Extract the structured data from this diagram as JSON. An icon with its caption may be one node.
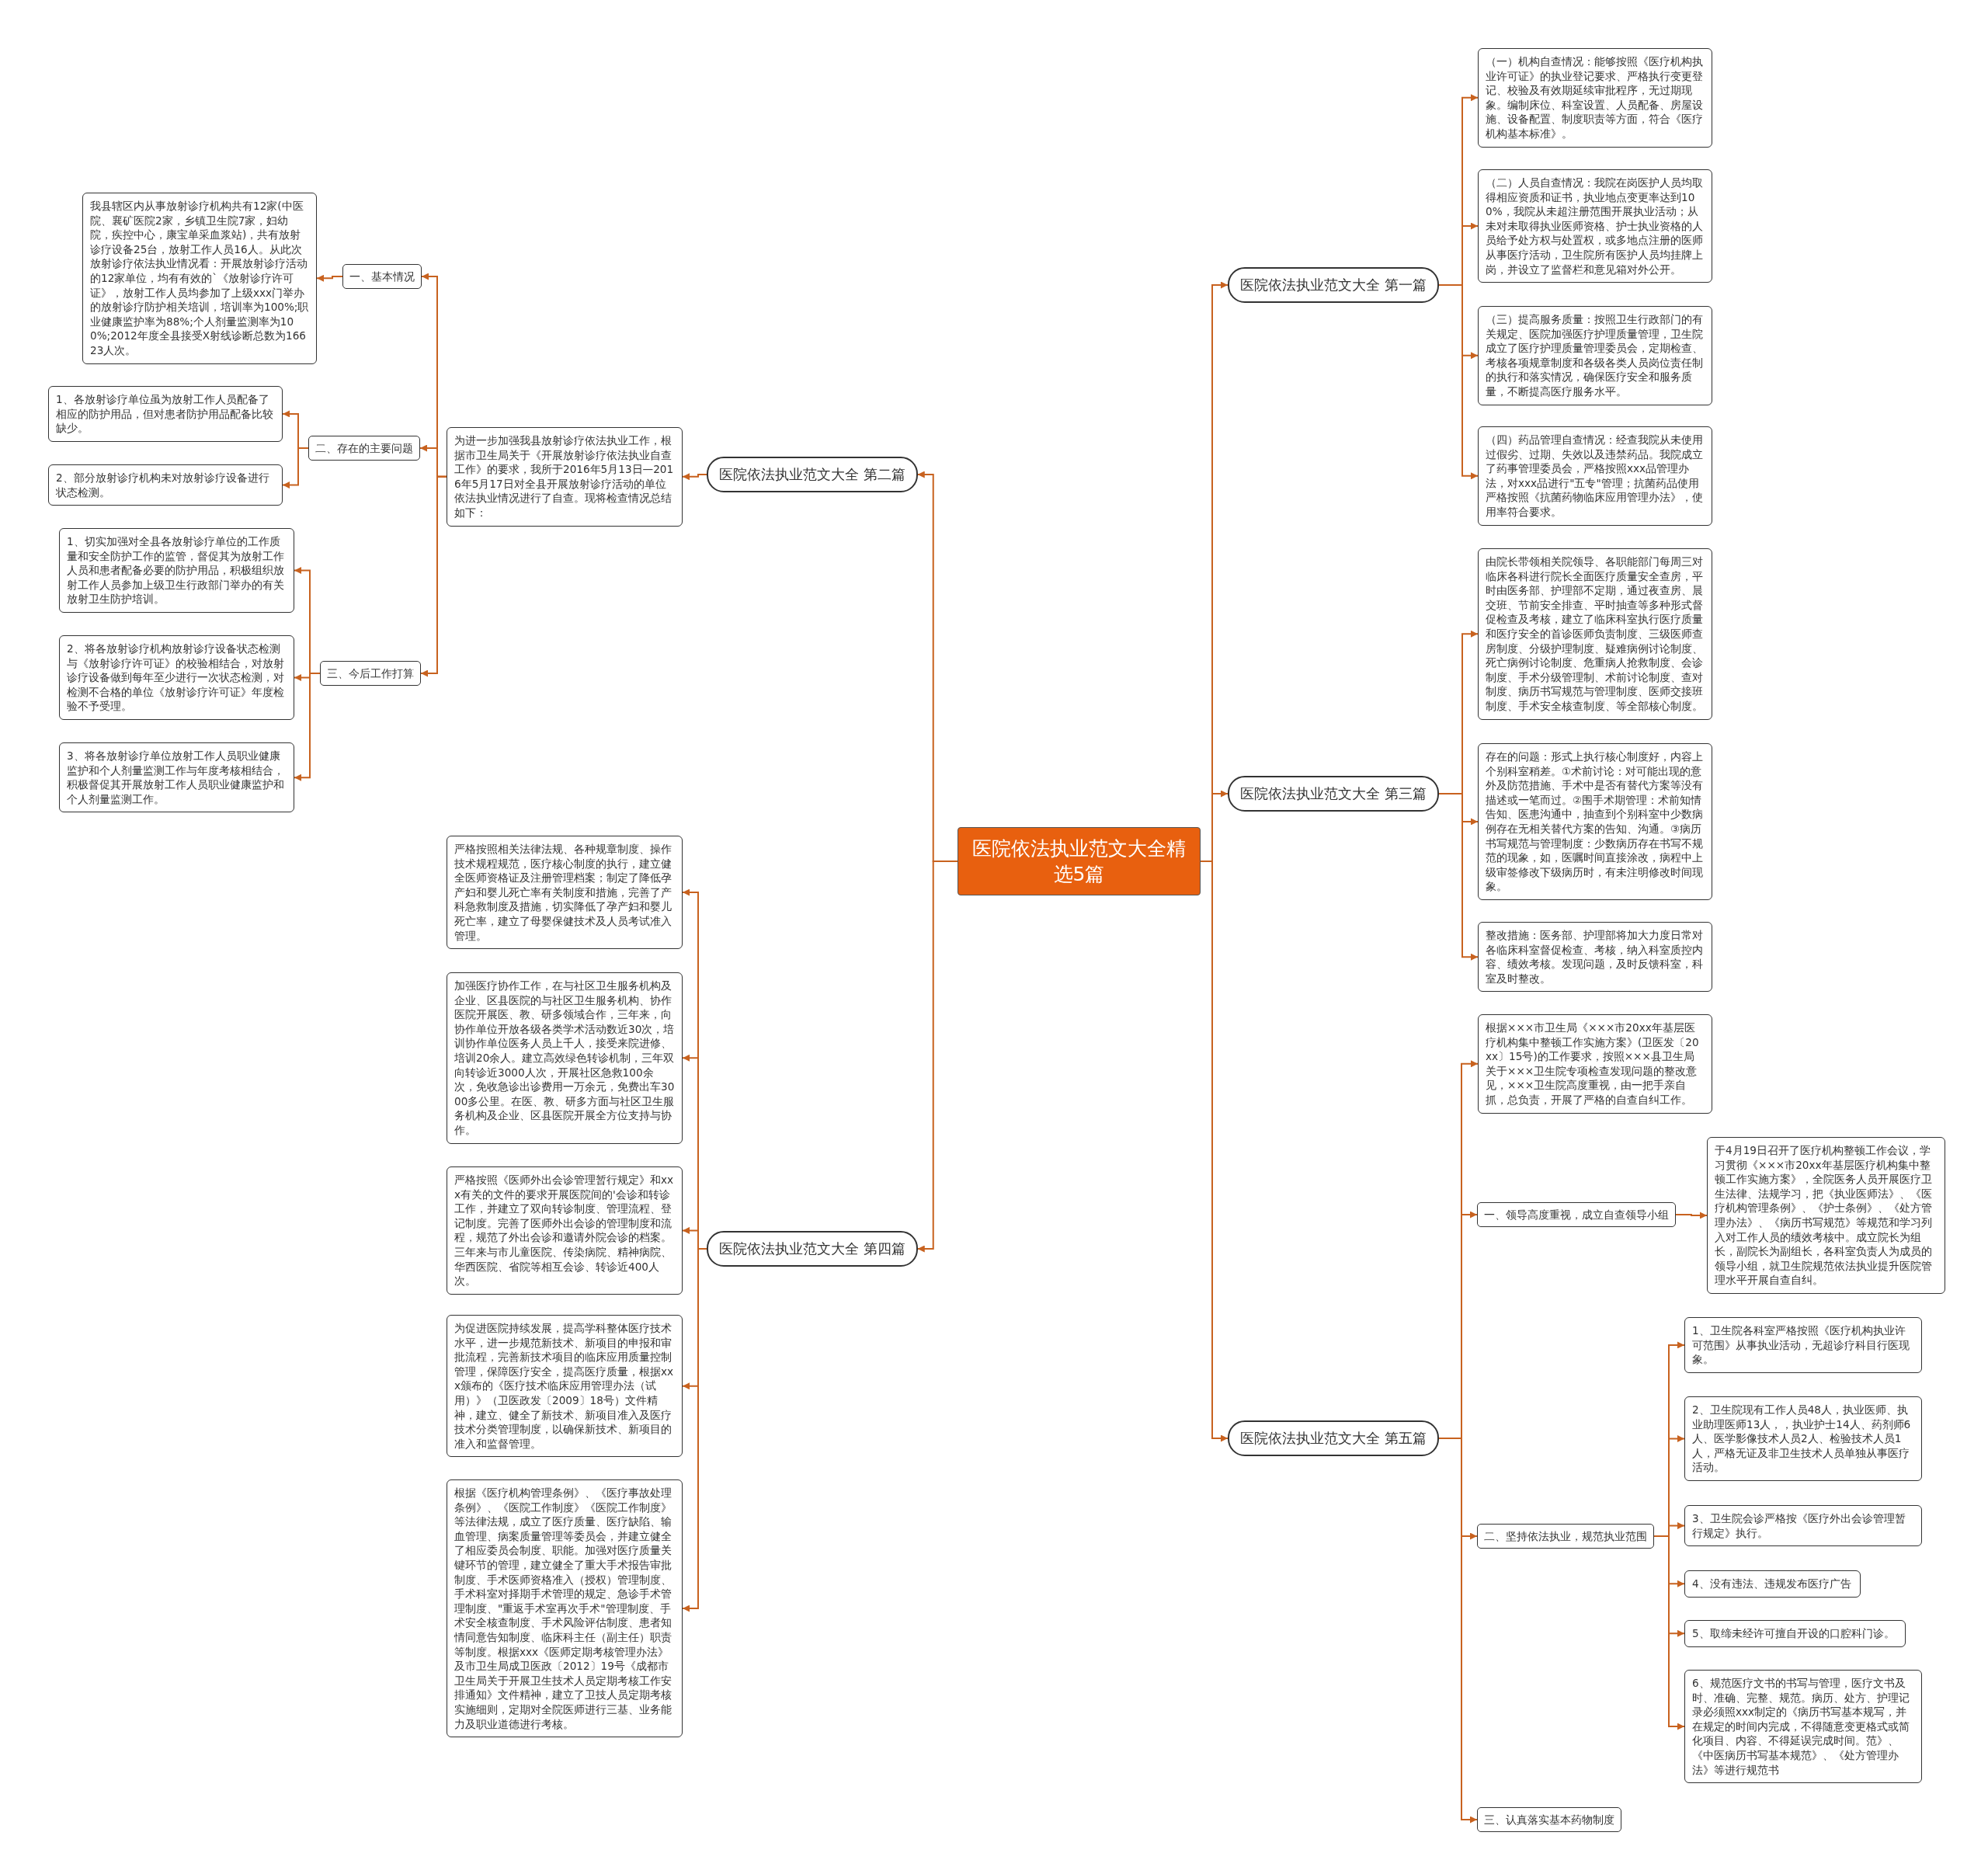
{
  "diagram": {
    "nodes": [
      {
        "text": [
          "医院依法执业范文大全精选5篇"
        ]
      },
      {
        "text": [
          "医院依法执业范文大全 第一篇"
        ]
      },
      {
        "text": [
          "（一）机构自查情况：能够按照《医疗机构执业许可证》的执业登记要求、严格执行变更登记、校验及有效期延续审批程序，无过期现象。编制床位、科室设置、人员配备、房屋设施、设备配置、制度职责等方面，符合《医疗机构基本标准》。"
        ]
      },
      {
        "text": [
          "（二）人员自查情况：我院在岗医护人员均取得相应资质和证书，执业地点变更率达到100%，我院从未超注册范围开展执业活动；从未对未取得执业医师资格、护士执业资格的人员给予处方权与处置权，或多地点注册的医师从事医疗活动，卫生院所有医护人员均挂牌上岗，并设立了监督栏和意见箱对外公开。"
        ]
      },
      {
        "text": [
          "（三）提高服务质量：按照卫生行政部门的有关规定、医院加强医疗护理质量管理，卫生院成立了医疗护理质量管理委员会，定期检查、考核各项规章制度和各级各类人员岗位责任制的执行和落实情况，确保医疗安全和服务质量，不断提高医疗服务水平。"
        ]
      },
      {
        "text": [
          "（四）药品管理自查情况：经查我院从未使用过假劣、过期、失效以及违禁药品。我院成立了药事管理委员会，严格按照xxx品管理办法，对xxx品进行\"五专\"管理；抗菌药品使用严格按照《抗菌药物临床应用管理办法》，使用率符合要求。"
        ]
      },
      {
        "text": [
          "医院依法执业范文大全 第二篇"
        ]
      },
      {
        "text": [
          "为进一步加强我县放射诊疗依法执业工作，根据市卫生局关于《开展放射诊疗依法执业自查工作》的要求，我所于2016年5月13日—2016年5月17日对全县开展放射诊疗活动的单位依法执业情况进行了自查。现将检查情况总结如下："
        ]
      },
      {
        "text": [
          "一、基本情况"
        ]
      },
      {
        "text": [
          "我县辖区内从事放射诊疗机构共有12家(中医院、襄矿医院2家，乡镇卫生院7家，妇幼院，疾控中心，康宝单采血浆站)，共有放射诊疗设备25台，放射工作人员16人。从此次放射诊疗依法执业情况看：开展放射诊疗活动的12家单位，均有有效的`《放射诊疗许可证》，放射工作人员均参加了上级xxx门举办的放射诊疗防护相关培训，培训率为100%;职业健康监护率为88%;个人剂量监测率为100%;2012年度全县接受X射线诊断总数为16623人次。"
        ]
      },
      {
        "text": [
          "二、存在的主要问题"
        ]
      },
      {
        "text": [
          "1、各放射诊疗单位虽为放射工作人员配备了相应的防护用品，但对患者防护用品配备比较缺少。"
        ]
      },
      {
        "text": [
          "2、部分放射诊疗机构未对放射诊疗设备进行状态检测。"
        ]
      },
      {
        "text": [
          "三、今后工作打算"
        ]
      },
      {
        "text": [
          "1、切实加强对全县各放射诊疗单位的工作质量和安全防护工作的监管，督促其为放射工作人员和患者配备必要的防护用品，积极组织放射工作人员参加上级卫生行政部门举办的有关放射卫生防护培训。"
        ]
      },
      {
        "text": [
          "2、将各放射诊疗机构放射诊疗设备状态检测与《放射诊疗许可证》的校验相结合，对放射诊疗设备做到每年至少进行一次状态检测，对检测不合格的单位《放射诊疗许可证》年度检验不予受理。"
        ]
      },
      {
        "text": [
          "3、将各放射诊疗单位放射工作人员职业健康监护和个人剂量监测工作与年度考核相结合，积极督促其开展放射工作人员职业健康监护和个人剂量监测工作。"
        ]
      },
      {
        "text": [
          "医院依法执业范文大全 第三篇"
        ]
      },
      {
        "text": [
          "由院长带领相关院领导、各职能部门每周三对临床各科进行院长全面医疗质量安全查房，平时由医务部、护理部不定期，通过夜查房、晨交班、节前安全排查、平时抽查等多种形式督促检查及考核，建立了临床科室执行医疗质量和医疗安全的首诊医师负责制度、三级医师查房制度、分级护理制度、疑难病例讨论制度、死亡病例讨论制度、危重病人抢救制度、会诊制度、手术分级管理制、术前讨论制度、查对制度、病历书写规范与管理制度、医师交接班制度、手术安全核查制度、等全部核心制度。"
        ]
      },
      {
        "text": [
          "存在的问题：形式上执行核心制度好，内容上个别科室稍差。①术前讨论：对可能出现的意外及防范措施、手术中是否有替代方案等没有描述或一笔而过。②围手术期管理：术前知情告知、医患沟通中，抽查到个别科室中少数病例存在无相关替代方案的告知、沟通。③病历书写规范与管理制度：少数病历存在书写不规范的现象，如，医嘱时间直接涂改，病程中上级审签修改下级病历时，有未注明修改时间现象。"
        ]
      },
      {
        "text": [
          "整改措施：医务部、护理部将加大力度日常对各临床科室督促检查、考核，纳入科室质控内容、绩效考核。发现问题，及时反馈科室，科室及时整改。"
        ]
      },
      {
        "text": [
          "医院依法执业范文大全 第四篇"
        ]
      },
      {
        "text": [
          "严格按照相关法律法规、各种规章制度、操作技术规程规范，医疗核心制度的执行，建立健全医师资格证及注册管理档案；制定了降低孕产妇和婴儿死亡率有关制度和措施，完善了产科急救制度及措施，切实降低了孕产妇和婴儿死亡率，建立了母婴保健技术及人员考试准入管理。"
        ]
      },
      {
        "text": [
          "加强医疗协作工作，在与社区卫生服务机构及企业、区县医院的与社区卫生服务机构、协作医院开展医、教、研多领域合作，三年来，向协作单位开放各级各类学术活动数近30次，培训协作单位医务人员上千人，接受来院进修、培训20余人。建立高效绿色转诊机制，三年双向转诊近3000人次，开展社区急救100余次，免收急诊出诊费用一万余元，免费出车3000多公里。在医、教、研多方面与社区卫生服务机构及企业、区县医院开展全方位支持与协作。"
        ]
      },
      {
        "text": [
          "严格按照《医师外出会诊管理暂行规定》和xxx有关的文件的要求开展医院间的'会诊和转诊工作，并建立了双向转诊制度、管理流程、登记制度。完善了医师外出会诊的管理制度和流程，规范了外出会诊和邀请外院会诊的档案。三年来与市儿童医院、传染病院、精神病院、华西医院、省院等相互会诊、转诊近400人次。"
        ]
      },
      {
        "text": [
          "为促进医院持续发展，提高学科整体医疗技术水平，进一步规范新技术、新项目的申报和审批流程，完善新技术项目的临床应用质量控制管理，保障医疗安全，提高医疗质量，根据xxx颁布的《医疗技术临床应用管理办法（试用）》（卫医政发〔2009〕18号）文件精神，建立、健全了新技术、新项目准入及医疗技术分类管理制度，以确保新技术、新项目的准入和监督管理。"
        ]
      },
      {
        "text": [
          "根据《医疗机构管理条例》、《医疗事故处理条例》、《医院工作制度》《医院工作制度》等法律法规，成立了医疗质量、医疗缺陷、输血管理、病案质量管理等委员会，并建立健全了相应委员会制度、职能。加强对医疗质量关键环节的管理，建立健全了重大手术报告审批制度、手术医师资格准入（授权）管理制度、手术科室对择期手术管理的规定、急诊手术管理制度、\"重返手术室再次手术\"管理制度、手术安全核查制度、手术风险评估制度、患者知情同意告知制度、临床科主任（副主任）职责等制度。根据xxx《医师定期考核管理办法》及市卫生局成卫医政〔2012〕19号《成都市卫生局关于开展卫生技术人员定期考核工作安排通知》文件精神，建立了卫技人员定期考核实施细则，定期对全院医师进行三基、业务能力及职业道德进行考核。"
        ]
      },
      {
        "text": [
          "医院依法执业范文大全 第五篇"
        ]
      },
      {
        "text": [
          "根据×××市卫生局《×××市20xx年基层医疗机构集中整顿工作实施方案》(卫医发〔20xx〕15号)的工作要求，按照×××县卫生局关于×××卫生院专项检查发现问题的整改意见，×××卫生院高度重视，由一把手亲自抓，总负责，开展了严格的自查自纠工作。"
        ]
      },
      {
        "text": [
          "一、领导高度重视，成立自查领导小组"
        ]
      },
      {
        "text": [
          "于4月19日召开了医疗机构整顿工作会议，学习贯彻《×××市20xx年基层医疗机构集中整顿工作实施方案》，全院医务人员开展医疗卫生法律、法规学习，把《执业医师法》、《医疗机构管理条例》、《护士条例》、《处方管理办法》、《病历书写规范》等规范和学习列入对工作人员的绩效考核中。成立院长为组长，副院长为副组长，各科室负责人为成员的领导小组，就卫生院规范依法执业提升医院管理水平开展自查自纠。"
        ]
      },
      {
        "text": [
          "二、坚持依法执业，规范执业范围"
        ]
      },
      {
        "text": [
          "1、卫生院各科室严格按照《医疗机构执业许可范围》从事执业活动，无超诊疗科目行医现象。"
        ]
      },
      {
        "text": [
          "2、卫生院现有工作人员48人，执业医师、执业助理医师13人，，执业护士14人、药剂师6人、医学影像技术人员2人、检验技术人员1人，严格无证及非卫生技术人员单独从事医疗活动。"
        ]
      },
      {
        "text": [
          "3、卫生院会诊严格按《医疗外出会诊管理暂行规定》执行。"
        ]
      },
      {
        "text": [
          "4、没有违法、违规发布医疗广告"
        ]
      },
      {
        "text": [
          "5、取缔未经许可擅自开设的口腔科门诊。"
        ]
      },
      {
        "text": [
          "6、规范医疗文书的书写与管理，医疗文书及时、准确、完整、规范。病历、处方、护理记录必须照xxx制定的《病历书写基本规写，并在规定的时间内完成，不得随意变更格式或简化项目、内容、不得延误完成时间。范》、《中医病历书写基本规范》、《处方管理办法》等进行规范书"
        ]
      },
      {
        "text": [
          "三、认真落实基本药物制度"
        ]
      }
    ],
    "edges": [
      {
        "from": 0,
        "to": 1,
        "arrow": "to"
      },
      {
        "from": 1,
        "to": 2,
        "arrow": "to"
      },
      {
        "from": 1,
        "to": 3,
        "arrow": "to"
      },
      {
        "from": 1,
        "to": 4,
        "arrow": "to"
      },
      {
        "from": 1,
        "to": 5,
        "arrow": "to"
      },
      {
        "from": 0,
        "to": 6,
        "arrow": "to"
      },
      {
        "from": 6,
        "to": 7,
        "arrow": "to"
      },
      {
        "from": 7,
        "to": 8,
        "arrow": "to"
      },
      {
        "from": 8,
        "to": 9,
        "arrow": "to"
      },
      {
        "from": 7,
        "to": 10,
        "arrow": "to"
      },
      {
        "from": 10,
        "to": 11,
        "arrow": "to"
      },
      {
        "from": 10,
        "to": 12,
        "arrow": "to"
      },
      {
        "from": 7,
        "to": 13,
        "arrow": "to"
      },
      {
        "from": 13,
        "to": 14,
        "arrow": "to"
      },
      {
        "from": 13,
        "to": 15,
        "arrow": "to"
      },
      {
        "from": 13,
        "to": 16,
        "arrow": "to"
      },
      {
        "from": 0,
        "to": 17,
        "arrow": "to"
      },
      {
        "from": 17,
        "to": 18,
        "arrow": "to"
      },
      {
        "from": 17,
        "to": 19,
        "arrow": "to"
      },
      {
        "from": 17,
        "to": 20,
        "arrow": "to"
      },
      {
        "from": 0,
        "to": 21,
        "arrow": "to"
      },
      {
        "from": 21,
        "to": 22,
        "arrow": "to"
      },
      {
        "from": 21,
        "to": 23,
        "arrow": "to"
      },
      {
        "from": 21,
        "to": 24,
        "arrow": "to"
      },
      {
        "from": 21,
        "to": 25,
        "arrow": "to"
      },
      {
        "from": 21,
        "to": 26,
        "arrow": "to"
      },
      {
        "from": 0,
        "to": 27,
        "arrow": "to"
      },
      {
        "from": 27,
        "to": 28,
        "arrow": "to"
      },
      {
        "from": 27,
        "to": 29,
        "arrow": "to"
      },
      {
        "from": 29,
        "to": 30,
        "arrow": "to"
      },
      {
        "from": 27,
        "to": 31,
        "arrow": "to"
      },
      {
        "from": 31,
        "to": 32,
        "arrow": "to"
      },
      {
        "from": 31,
        "to": 33,
        "arrow": "to"
      },
      {
        "from": 31,
        "to": 34,
        "arrow": "to"
      },
      {
        "from": 31,
        "to": 35,
        "arrow": "to"
      },
      {
        "from": 31,
        "to": 36,
        "arrow": "to"
      },
      {
        "from": 31,
        "to": 37,
        "arrow": "to"
      },
      {
        "from": 27,
        "to": 38,
        "arrow": "to"
      }
    ]
  }
}
